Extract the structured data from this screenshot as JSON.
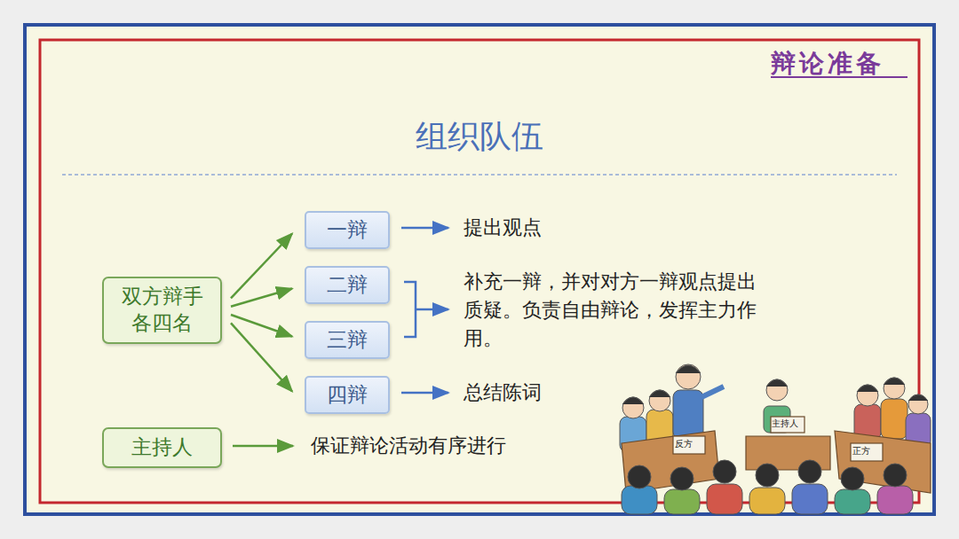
{
  "diagram": {
    "title": "组织队伍",
    "nodes": [
      {
        "text": [
          "双方辩手 各四名"
        ]
      },
      {
        "text": [
          "一辩"
        ]
      },
      {
        "text": [
          "二辩"
        ]
      },
      {
        "text": [
          "三辩"
        ]
      },
      {
        "text": [
          "四辩"
        ]
      },
      {
        "text": [
          "主持人"
        ]
      }
    ],
    "edges": [
      {
        "from": 0,
        "to": 1,
        "arrow": "to"
      },
      {
        "from": 0,
        "to": 2,
        "arrow": "to"
      },
      {
        "from": 0,
        "to": 3,
        "arrow": "to"
      },
      {
        "from": 0,
        "to": 4,
        "arrow": "to"
      }
    ],
    "labels": [
      "辩论准备",
      "提出观点",
      "补充一辩，并对对方一辩观点提出质疑。负责自由辩论，发挥主力作用。",
      "总结陈词",
      "保证辩论活动有序进行",
      "反方",
      "主持人",
      "正方"
    ]
  }
}
